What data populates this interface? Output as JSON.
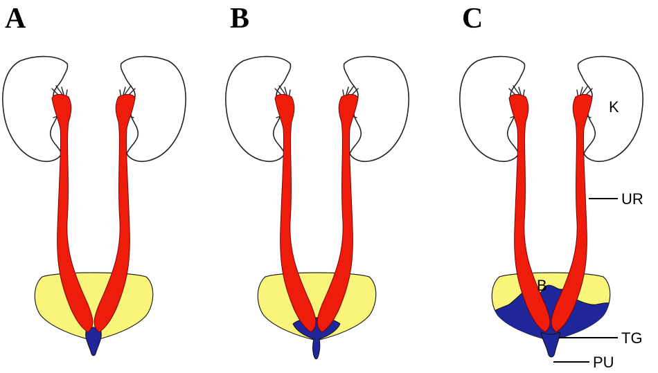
{
  "panels": [
    {
      "letter": "A",
      "trigone_stage": "neck"
    },
    {
      "letter": "B",
      "trigone_stage": "base"
    },
    {
      "letter": "C",
      "trigone_stage": "expanded"
    }
  ],
  "annotations": {
    "kidney": "K",
    "ureter": "UR",
    "bladder": "B",
    "trigone": "TG",
    "urethra": "PU"
  },
  "colors": {
    "kidney": "#ffffff",
    "ureter": "#ee1c0a",
    "bladder": "#f9f57a",
    "trigone": "#1e2699",
    "line": "#222222"
  }
}
